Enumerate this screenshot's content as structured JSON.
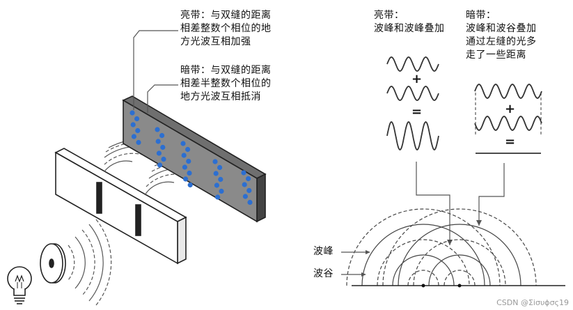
{
  "left_labels": {
    "bright": [
      "亮带：与双缝的距离",
      "相差整数个相位的地",
      "方光波互相加强"
    ],
    "dark": [
      "暗带：与双缝的距离",
      "相差半整数个相位的",
      "地方光波互相抵消"
    ]
  },
  "right_labels": {
    "bright": [
      "亮带：",
      "波峰和波峰叠加"
    ],
    "dark": [
      "暗带：",
      "波峰和波谷叠加",
      "通过左缝的光多",
      "走了一些距离"
    ]
  },
  "wave_labels": {
    "crest": "波峰",
    "trough": "波谷"
  },
  "symbols": {
    "plus": "+",
    "equals": "="
  },
  "watermark": "CSDN @Σiσυϕσς19",
  "colors": {
    "screen": "#8a8a8a",
    "fringe": "#2c6fd1",
    "line": "#333333"
  }
}
